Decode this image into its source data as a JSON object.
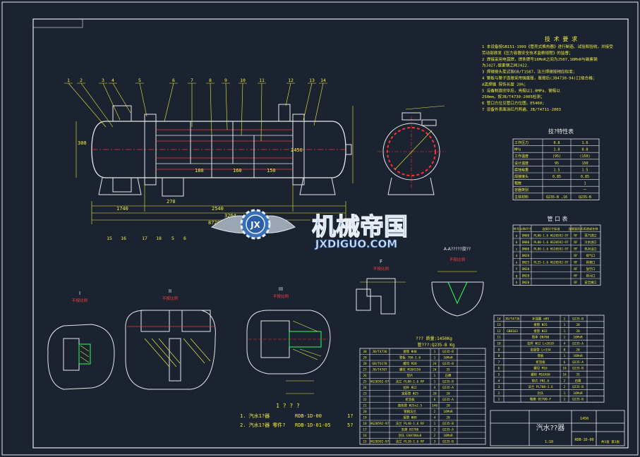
{
  "colors": {
    "background": "#1b2230",
    "frame": "#e8e8e8",
    "drawing": "#f0f040",
    "red": "#ff3030",
    "green": "#30ff60",
    "cyan": "#30e0e0",
    "watermark_blue": "#2a5fa8"
  },
  "watermark": {
    "name": "机械帝国",
    "domain": "JXDIGUO.COM",
    "emblem": "JX"
  },
  "tech_requirements": {
    "title": "技 术 要 求",
    "items": [
      "1  本设备按GB151-1999《管壳式换热器》进行制造、试验和验收，并接受",
      "   劳动部颁发《压力容器安全技术监察规程》的监督；",
      "2  焊接采用电弧焊，焊条牌号16MnR之间为J507,16MnR与碳素钢",
      "   为J427,碳素钢之间J422.",
      "3  焊接接头型式按GB/T1587，法兰焊接按相应标准；",
      "4  管板与管子连接采用强度胀，胀接后(JB4730-94)II级合格；",
      "   A类焊缝 探伤长度 20%；",
      "5  设备制造完毕后，壳程以1.0MPa、管程以",
      "   250mm，按JB/T4730-2005检测；",
      "6  管口方位见管口方位图，E5460;",
      "7  设备外表面涂红丹两遍、JB/T4711-2003"
    ]
  },
  "tech_table": {
    "title": "技?特性表",
    "rows": [
      [
        "工作压力",
        "0.8",
        "1.6"
      ],
      [
        "MPa",
        "1.0",
        "0.8"
      ],
      [
        "工作温度",
        "(95)",
        "(150)"
      ],
      [
        "设计温度",
        "95",
        "150"
      ],
      [
        "腐蚀裕量",
        "1.5",
        "1.5"
      ],
      [
        "焊接接头",
        "0.85",
        "0.85"
      ],
      [
        "程数",
        "",
        "1"
      ],
      [
        "容器类别",
        "",
        "一"
      ],
      [
        "主体材料",
        "Q235-B ,16",
        "Q235-B"
      ]
    ]
  },
  "nozzle_table": {
    "title": "管 口 表",
    "header": [
      "符号",
      "公称尺寸",
      "连接尺寸标准",
      "连接面形式",
      "用途或名称"
    ],
    "rows": [
      [
        "a",
        "DN80",
        "PL80-1.6 HG20592-97",
        "RF",
        "蒸汽进口"
      ],
      [
        "b",
        "DN80",
        "PL80-1.6 HG20592-97",
        "RF",
        "冷水进口"
      ],
      [
        "c",
        "DN80",
        "PL80-1.6 HG20592-97",
        "RF",
        "热水出口"
      ],
      [
        "d",
        "DN20",
        "",
        "RF",
        "排气口"
      ],
      [
        "e",
        "DN25",
        "PL25-1.6 HG20592-97",
        "RF",
        "排液口"
      ],
      [
        "f",
        "DN20",
        "",
        "RF",
        "放空口"
      ],
      [
        "g",
        "DN20",
        "",
        "RF",
        "排污口"
      ],
      [
        "h",
        "DN20",
        "",
        "RF",
        "安全阀口"
      ]
    ]
  },
  "views": {
    "detail_1": "I",
    "detail_2": "II",
    "detail_3": "III",
    "scale_note": "不按比例",
    "section_aa": "A-A?????旋??",
    "detail_f": "F"
  },
  "main_view": {
    "dims": [
      "1740",
      "270",
      "2540",
      "8720",
      "3264",
      "180",
      "160",
      "150",
      "300",
      "2450"
    ],
    "callouts": [
      "1",
      "2",
      "3",
      "4",
      "5",
      "6",
      "7",
      "8",
      "9",
      "10",
      "11",
      "12",
      "13",
      "14",
      "15",
      "16",
      "17",
      "18"
    ]
  },
  "mass_note": {
    "line1": "??? 质量:1450Kg",
    "line2": "管???:Q235-B Kg"
  },
  "ref_drawings": {
    "title": "1 ? ? ?",
    "rows": [
      [
        "1. 汽水1?器",
        "RDB-1D-00",
        "1?"
      ],
      [
        "2. 汽水1?器  零件?",
        "RDB-1D-01-05",
        "5?"
      ]
    ]
  },
  "parts_list_left": {
    "rows": [
      [
        "30",
        "JB/T4736",
        "接管 Φ48",
        "1",
        "Q235-B",
        ""
      ],
      [
        "29",
        "",
        "管板 700-1.0",
        "1",
        "16MnR",
        ""
      ],
      [
        "28",
        "GB/T6170",
        "螺母 M20",
        "24",
        "Q235-B",
        ""
      ],
      [
        "27",
        "JB/T4707",
        "螺柱 M20X150",
        "24",
        "35",
        ""
      ],
      [
        "26",
        "",
        "垫片",
        "1",
        "石棉",
        ""
      ],
      [
        "25",
        "HG20592-97",
        "法兰 PL80-1.6 RF",
        "1",
        "Q235-B",
        ""
      ],
      [
        "24",
        "",
        "拉杆 Φ12",
        "4",
        "Q235-A",
        ""
      ],
      [
        "23",
        "",
        "定距管 Φ25",
        "20",
        "20",
        ""
      ],
      [
        "22",
        "",
        "折流板",
        "6",
        "Q235-A",
        ""
      ],
      [
        "21",
        "",
        "换热管 Φ25x2.5",
        "146",
        "20",
        ""
      ],
      [
        "20",
        "",
        "管箱法兰",
        "2",
        "16MnR",
        ""
      ],
      [
        "19",
        "",
        "接管 Φ89",
        "4",
        "20",
        ""
      ],
      [
        "18",
        "HG20592-97",
        "法兰 PL40-1.6 RF",
        "1",
        "Q235-B",
        ""
      ],
      [
        "17",
        "",
        "支座 BI700",
        "2",
        "Q235-A",
        ""
      ],
      [
        "16",
        "",
        "封头 EHA700x8",
        "2",
        "16MnR",
        ""
      ],
      [
        "15",
        "HG20592-97",
        "法兰 PL20-1.6 RF",
        "3",
        "Q235-B",
        ""
      ]
    ]
  },
  "parts_list_right": {
    "rows": [
      [
        "14",
        "JB/T4736",
        "补强圈 d89",
        "1",
        "Q235-B",
        ""
      ],
      [
        "13",
        "",
        "接管 Φ25",
        "1",
        "20",
        ""
      ],
      [
        "12",
        "GB8163",
        "接管 Φ32",
        "1",
        "20",
        ""
      ],
      [
        "11",
        "",
        "筒体 DN700",
        "1",
        "16MnR",
        ""
      ],
      [
        "10",
        "",
        "拉杆 Φ12 L=2610",
        "4",
        "Q235-A",
        ""
      ],
      [
        "9",
        "",
        "定距管 L=334",
        "8",
        "20",
        ""
      ],
      [
        "8",
        "",
        "管板",
        "1",
        "16MnR",
        ""
      ],
      [
        "7",
        "",
        "折流板",
        "6",
        "Q235-A",
        ""
      ],
      [
        "6",
        "",
        "螺母 M16",
        "16",
        "Q235-B",
        ""
      ],
      [
        "5",
        "",
        "螺栓 M16X60",
        "16",
        "35",
        ""
      ],
      [
        "4",
        "",
        "垫片 PN1.6",
        "2",
        "石棉",
        ""
      ],
      [
        "3",
        "",
        "法兰 PL700-1.6",
        "2",
        "Q235-B",
        ""
      ],
      [
        "2",
        "",
        "封头",
        "1",
        "16MnR",
        ""
      ],
      [
        "1",
        "",
        "鞍座 BI700-F",
        "1",
        "Q235-B",
        ""
      ]
    ]
  },
  "title_block": {
    "device": "汽水??器",
    "drawing_no": "RDB-1D-00",
    "scale": "1:10",
    "sheet": "共1张 第1张",
    "mass": "1450"
  }
}
